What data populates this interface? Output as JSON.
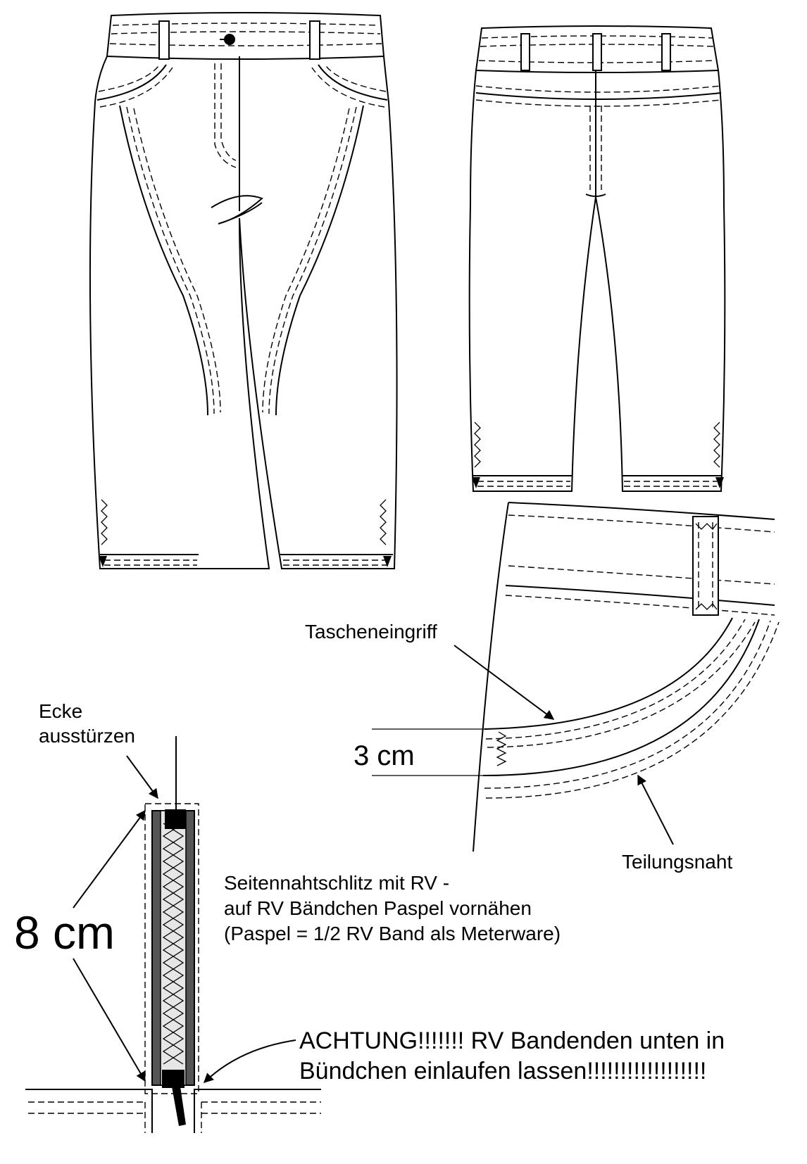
{
  "labels": {
    "tascheneingriff": "Tascheneingriff",
    "teilungsnaht": "Teilungsnaht",
    "ecke_line1": "Ecke",
    "ecke_line2": "ausstürzen",
    "three_cm": "3 cm",
    "eight_cm": "8 cm",
    "slit_line1": "Seitennahtschlitz mit RV -",
    "slit_line2": "auf RV Bändchen Paspel vornähen",
    "slit_line3": "(Paspel = 1/2 RV Band als Meterware)",
    "warning_line1": "ACHTUNG!!!!!!! RV Bandenden unten in",
    "warning_line2": "Bündchen einlaufen lassen!!!!!!!!!!!!!!!!!!"
  }
}
